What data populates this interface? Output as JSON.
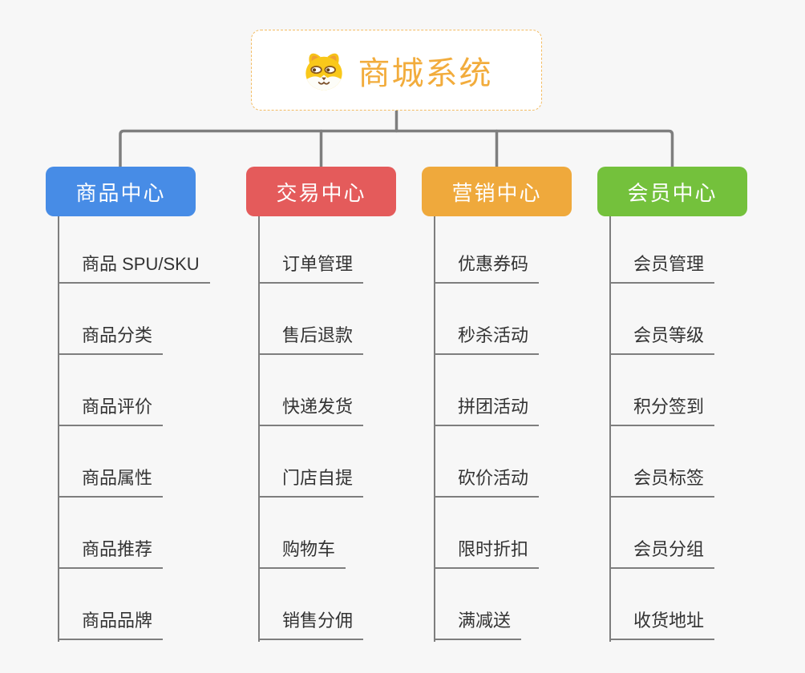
{
  "root": {
    "title": "商城系统",
    "icon": "dog-mascot-icon"
  },
  "colors": {
    "background": "#f7f7f7",
    "root_title": "#f2ac3c",
    "root_border": "#f3bc63",
    "connector": "#7e7e7e",
    "leaf_text": "#333333",
    "branch_blue": "#478ce6",
    "branch_red": "#e45b5b",
    "branch_orange": "#efa93c",
    "branch_green": "#74c13c"
  },
  "columns": [
    {
      "label": "商品中心",
      "color": "#478ce6",
      "items": [
        "商品 SPU/SKU",
        "商品分类",
        "商品评价",
        "商品属性",
        "商品推荐",
        "商品品牌"
      ]
    },
    {
      "label": "交易中心",
      "color": "#e45b5b",
      "items": [
        "订单管理",
        "售后退款",
        "快递发货",
        "门店自提",
        "购物车",
        "销售分佣"
      ]
    },
    {
      "label": "营销中心",
      "color": "#efa93c",
      "items": [
        "优惠券码",
        "秒杀活动",
        "拼团活动",
        "砍价活动",
        "限时折扣",
        "满减送"
      ]
    },
    {
      "label": "会员中心",
      "color": "#74c13c",
      "items": [
        "会员管理",
        "会员等级",
        "积分签到",
        "会员标签",
        "会员分组",
        "收货地址"
      ]
    }
  ]
}
